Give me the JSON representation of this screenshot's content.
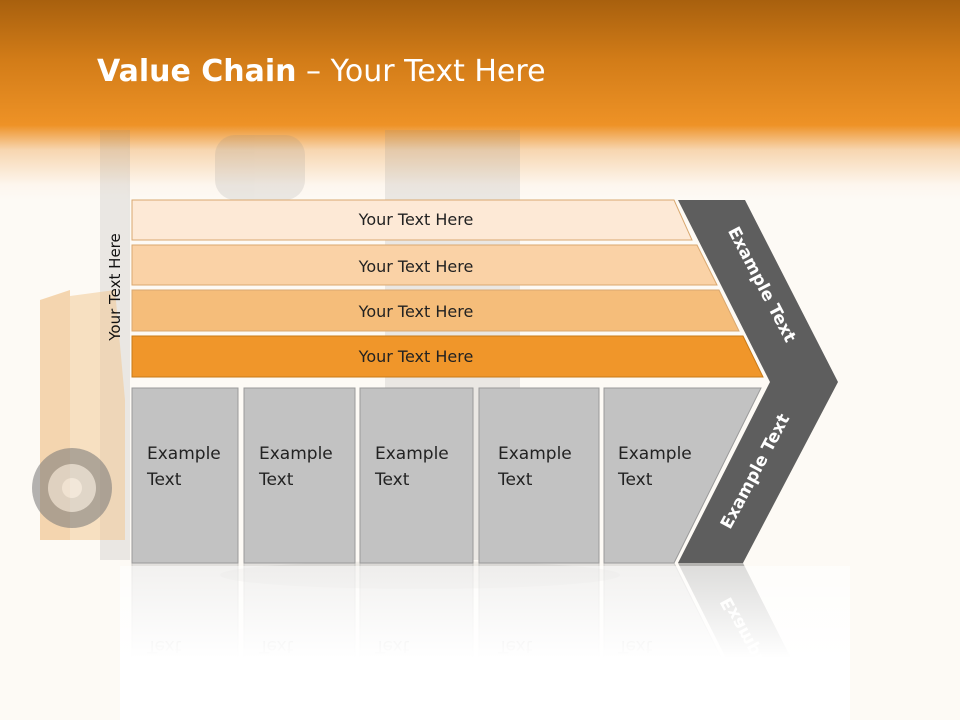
{
  "slide": {
    "title_bold": "Value Chain",
    "title_rest": " – Your Text Here",
    "side_label": "Your Text Here"
  },
  "bars": [
    {
      "label": "Your Text Here",
      "color": "#fde9d6"
    },
    {
      "label": "Your Text Here",
      "color": "#fad2a6"
    },
    {
      "label": "Your Text Here",
      "color": "#f5bd7a"
    },
    {
      "label": "Your Text Here",
      "color": "#f0962a"
    }
  ],
  "boxes": [
    {
      "line1": "Example",
      "line2": "Text"
    },
    {
      "line1": "Example",
      "line2": "Text"
    },
    {
      "line1": "Example",
      "line2": "Text"
    },
    {
      "line1": "Example",
      "line2": "Text"
    },
    {
      "line1": "Example",
      "line2": "Text"
    }
  ],
  "chevron": {
    "upper_label": "Example Text",
    "lower_label": "Example Text",
    "color": "#5e5e5e"
  },
  "colors": {
    "box_fill": "#c2c2c2",
    "box_stroke": "#9a9a9a",
    "header_orange": "#ee9226"
  }
}
